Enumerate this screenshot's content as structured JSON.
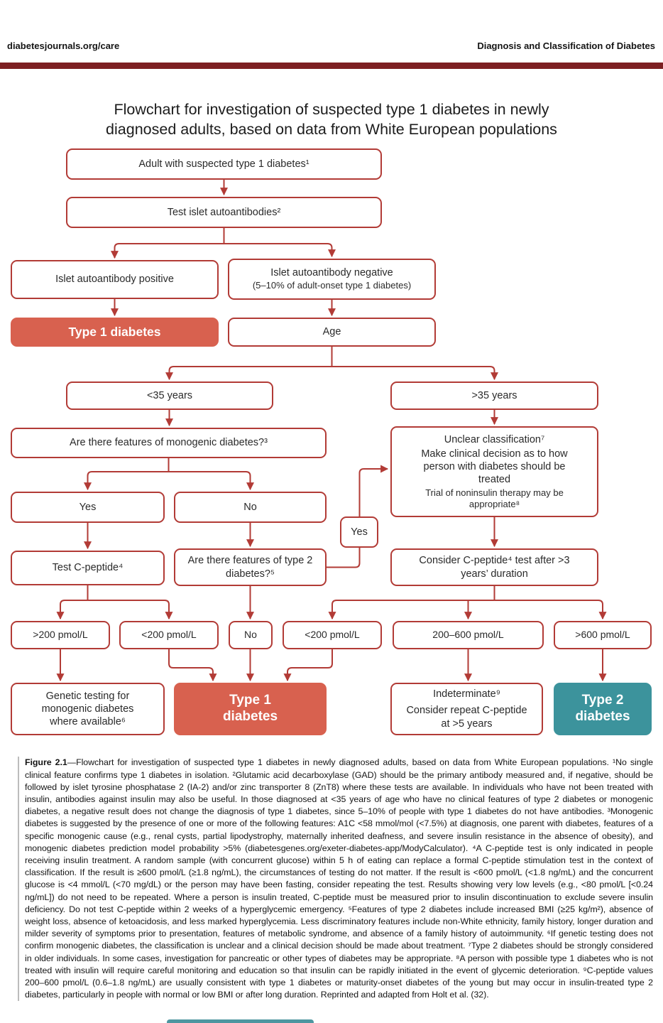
{
  "header": {
    "left": "diabetesjournals.org/care",
    "right": "Diagnosis and Classification of Diabetes"
  },
  "title": {
    "line1": "Flowchart for investigation of suspected type 1 diabetes in newly",
    "line2": "diagnosed adults, based on data from White European populations"
  },
  "colors": {
    "header_bar": "#7d1f22",
    "box_border": "#b23b36",
    "arrow": "#b23b36",
    "type1_fill": "#d8614f",
    "type2_fill": "#3c939c"
  },
  "flowchart": {
    "adult": "Adult with suspected type 1 diabetes¹",
    "test_islet": "Test islet autoantibodies²",
    "ab_positive": "Islet autoantibody positive",
    "ab_negative_line1": "Islet autoantibody negative",
    "ab_negative_line2": "(5–10% of adult-onset type 1 diabetes)",
    "type1": "Type 1 diabetes",
    "age": "Age",
    "under35": "<35 years",
    "over35": ">35 years",
    "monogenic_q": "Are there features of monogenic diabetes?³",
    "unclear_line1": "Unclear classification⁷",
    "unclear_line2": "Make clinical decision as to how person with diabetes should be treated",
    "unclear_line3": "Trial of noninsulin therapy may be appropriate⁸",
    "yes": "Yes",
    "no": "No",
    "yes_connector": "Yes",
    "test_cpeptide": "Test C-peptide⁴",
    "type2_q": "Are there features of type 2 diabetes?⁵",
    "consider_cpeptide": "Consider C-peptide⁴ test after >3 years’ duration",
    "gt200": ">200 pmol/L",
    "lt200_left": "<200 pmol/L",
    "no_small": "No",
    "lt200_right": "<200 pmol/L",
    "range_200_600": "200–600 pmol/L",
    "gt600": ">600 pmol/L",
    "genetic_testing": "Genetic testing for monogenic diabetes where available⁶",
    "type1_final": "Type 1 diabetes",
    "indeterminate_line1": "Indeterminate⁹",
    "indeterminate_line2": "Consider repeat C-peptide at >5 years",
    "type2_final": "Type 2 diabetes"
  },
  "caption": {
    "label": "Figure 2.1",
    "text": "—Flowchart for investigation of suspected type 1 diabetes in newly diagnosed adults, based on data from White European populations. ¹No single clinical feature confirms type 1 diabetes in isolation. ²Glutamic acid decarboxylase (GAD) should be the primary antibody measured and, if negative, should be followed by islet tyrosine phosphatase 2 (IA-2) and/or zinc transporter 8 (ZnT8) where these tests are available. In individuals who have not been treated with insulin, antibodies against insulin may also be useful. In those diagnosed at <35 years of age who have no clinical features of type 2 diabetes or monogenic diabetes, a negative result does not change the diagnosis of type 1 diabetes, since 5–10% of people with type 1 diabetes do not have antibodies. ³Monogenic diabetes is suggested by the presence of one or more of the following features: A1C <58 mmol/mol (<7.5%) at diagnosis, one parent with diabetes, features of a specific monogenic cause (e.g., renal cysts, partial lipodystrophy, maternally inherited deafness, and severe insulin resistance in the absence of obesity), and monogenic diabetes prediction model probability >5% (diabetesgenes.org/exeter-diabetes-app/ModyCalculator). ⁴A C-peptide test is only indicated in people receiving insulin treatment. A random sample (with concurrent glucose) within 5 h of eating can replace a formal C-peptide stimulation test in the context of classification. If the result is ≥600 pmol/L (≥1.8 ng/mL), the circumstances of testing do not matter. If the result is <600 pmol/L (<1.8 ng/mL) and the concurrent glucose is <4 mmol/L (<70 mg/dL) or the person may have been fasting, consider repeating the test. Results showing very low levels (e.g., <80 pmol/L [<0.24 ng/mL]) do not need to be repeated. Where a person is insulin treated, C-peptide must be measured prior to insulin discontinuation to exclude severe insulin deficiency. Do not test C-peptide within 2 weeks of a hyperglycemic emergency. ⁵Features of type 2 diabetes include increased BMI (≥25 kg/m²), absence of weight loss, absence of ketoacidosis, and less marked hyperglycemia. Less discriminatory features include non-White ethnicity, family history, longer duration and milder severity of symptoms prior to presentation, features of metabolic syndrome, and absence of a family history of autoimmunity. ⁶If genetic testing does not confirm monogenic diabetes, the classification is unclear and a clinical decision should be made about treatment. ⁷Type 2 diabetes should be strongly considered in older individuals. In some cases, investigation for pancreatic or other types of diabetes may be appropriate. ⁸A person with possible type 1 diabetes who is not treated with insulin will require careful monitoring and education so that insulin can be rapidly initiated in the event of glycemic deterioration. ⁹C-peptide values 200–600 pmol/L (0.6–1.8 ng/mL) are usually consistent with type 1 diabetes or maturity-onset diabetes of the young but may occur in insulin-treated type 2 diabetes, particularly in people with normal or low BMI or after long duration. Reprinted and adapted from Holt et al. (32)."
  }
}
